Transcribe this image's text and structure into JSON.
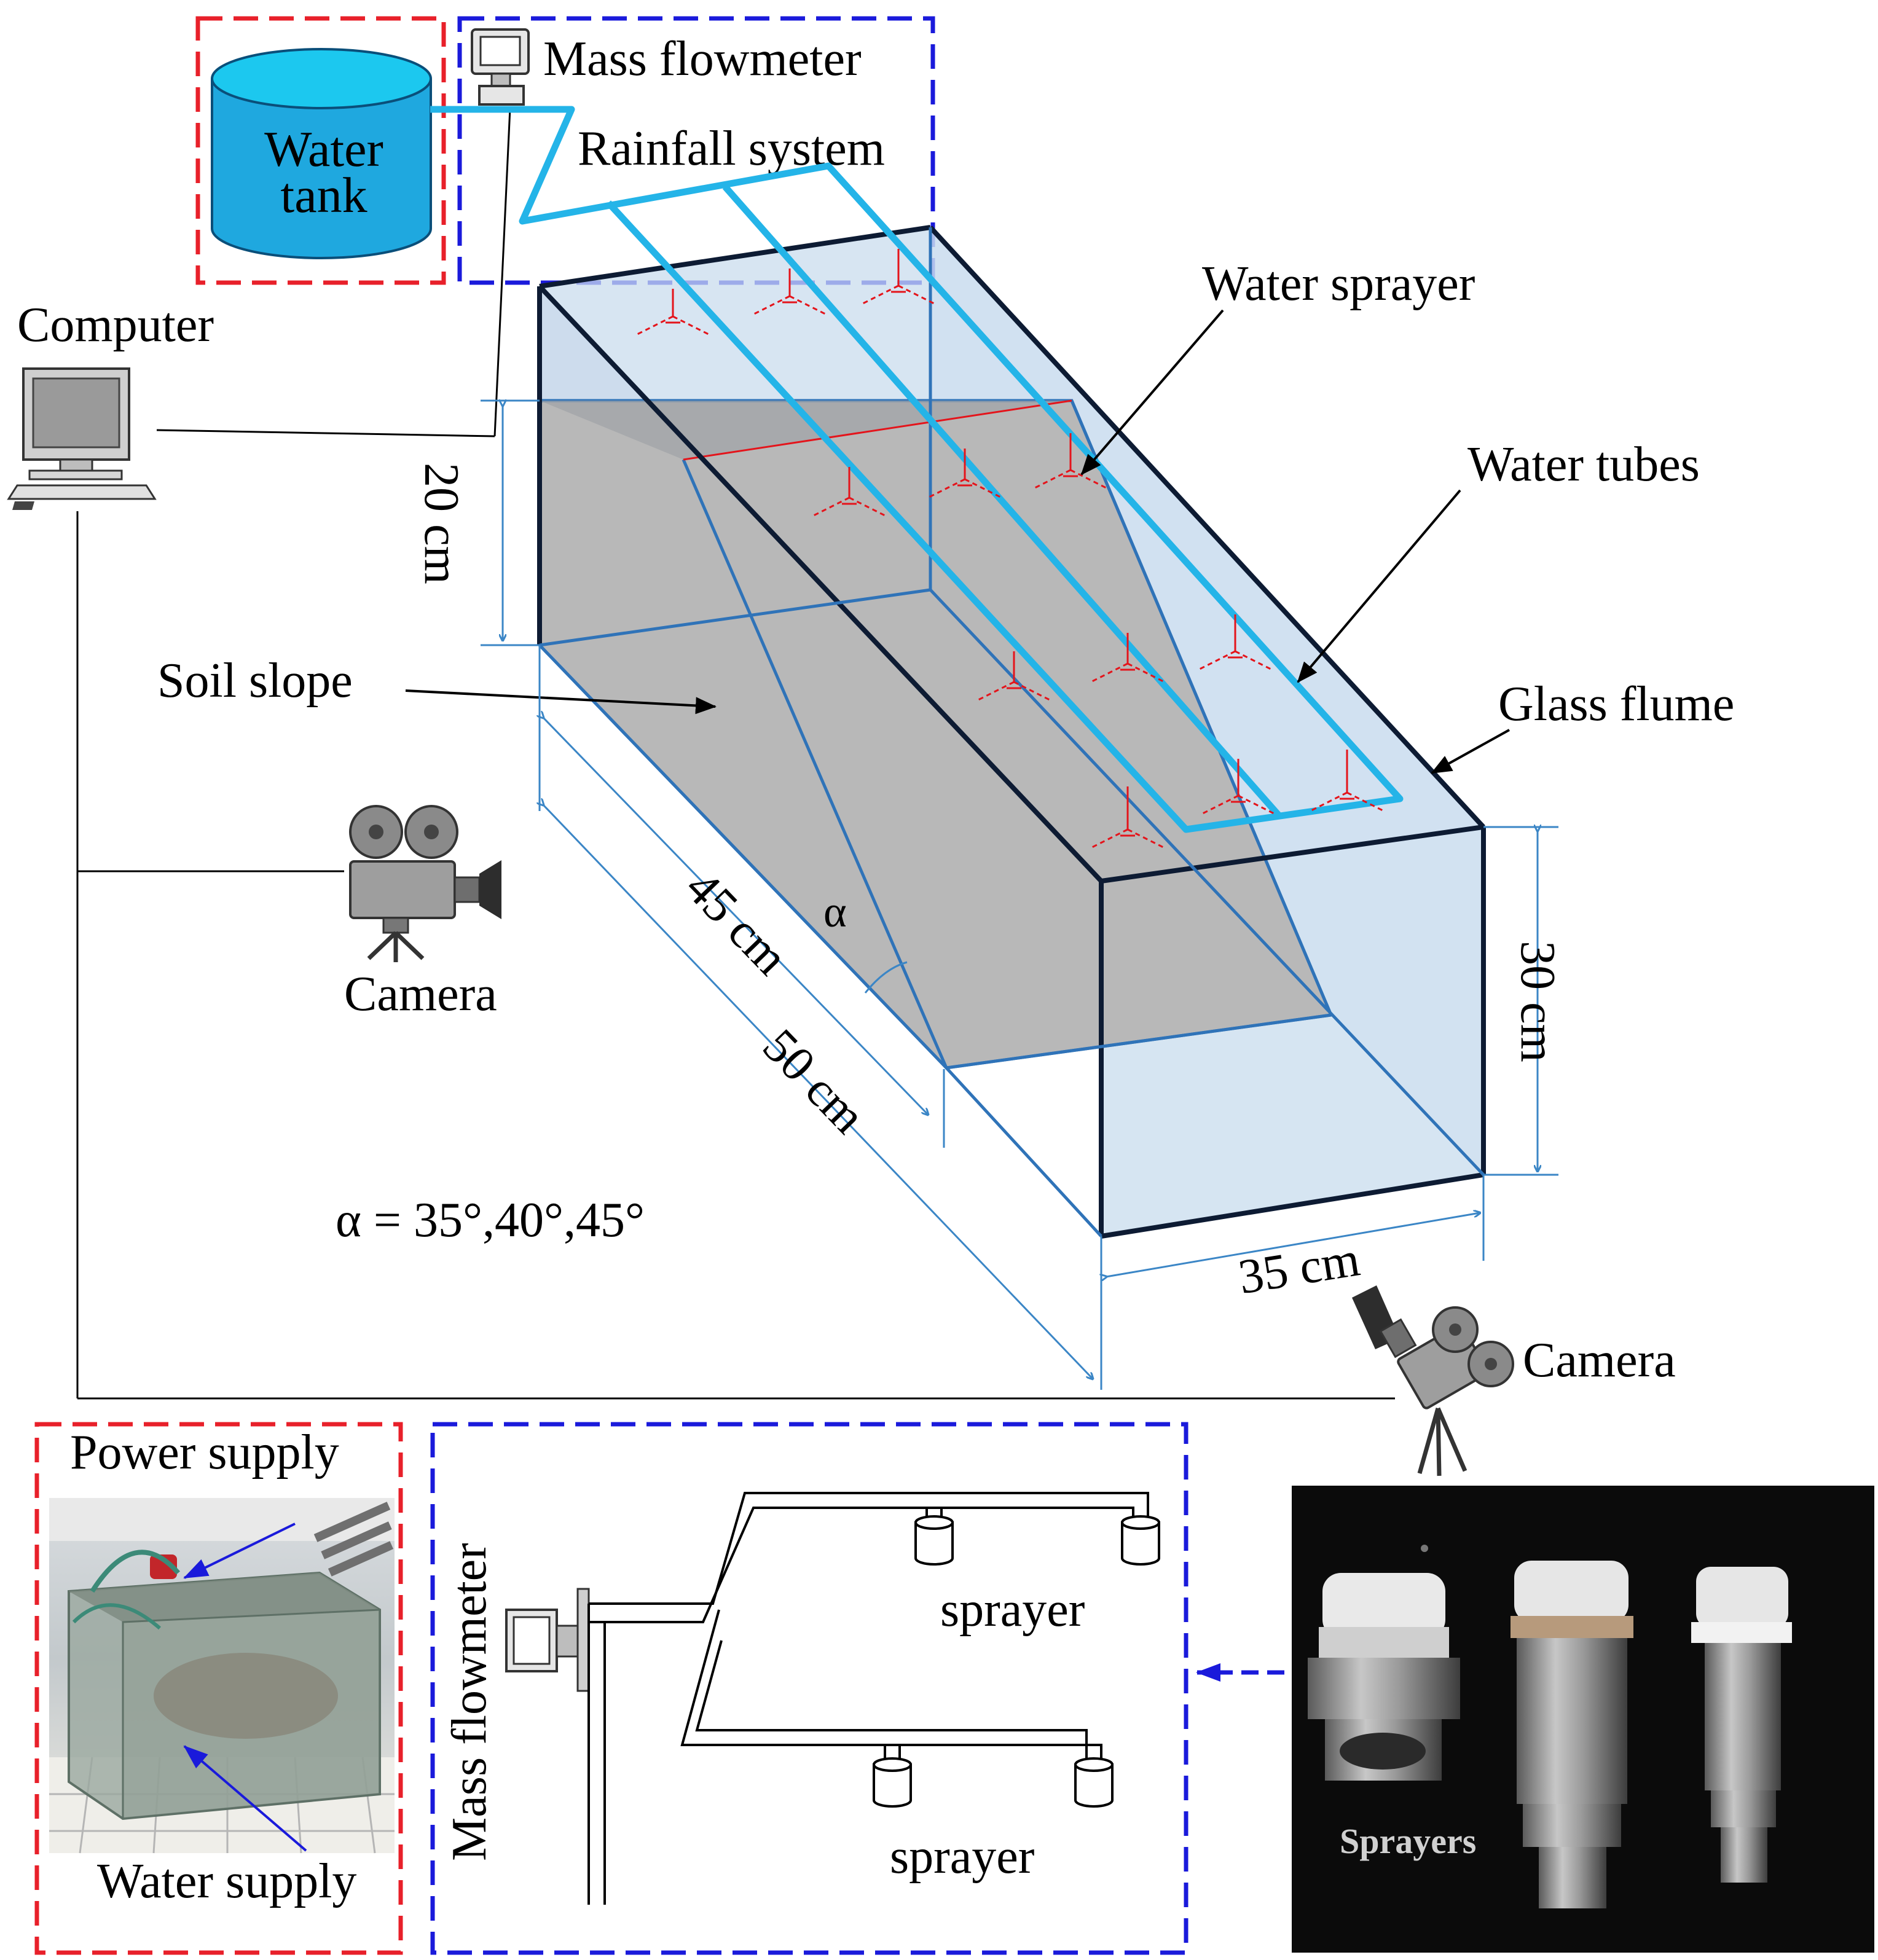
{
  "labels": {
    "water_tank_line1": "Water",
    "water_tank_line2": "tank",
    "mass_flowmeter_top": "Mass flowmeter",
    "rainfall_system": "Rainfall system",
    "computer": "Computer",
    "water_sprayer": "Water sprayer",
    "water_tubes": "Water tubes",
    "glass_flume": "Glass flume",
    "soil_slope": "Soil slope",
    "camera_left": "Camera",
    "camera_right": "Camera",
    "alpha_symbol": "α",
    "alpha_values": "α = 35°,40°,45°",
    "dim_20": "20 cm",
    "dim_45": "45 cm",
    "dim_50": "50 cm",
    "dim_30": "30 cm",
    "dim_35": "35 cm",
    "power_supply": "Power supply",
    "water_supply": "Water supply",
    "mass_flowmeter_vertical": "Mass flowmeter",
    "sprayer_upper": "sprayer",
    "sprayer_lower": "sprayer",
    "sprayers_photo": "Sprayers"
  },
  "colors": {
    "red_dash": "#e8202a",
    "blue_dash": "#1a1adb",
    "tank": "#1fa8df",
    "tube": "#24b4e8",
    "glass": "#c9dcee",
    "soil": "#b8b8b8",
    "edge": "#0d1b33",
    "dim": "#3b86c6",
    "sprayer": "#e4141b"
  }
}
